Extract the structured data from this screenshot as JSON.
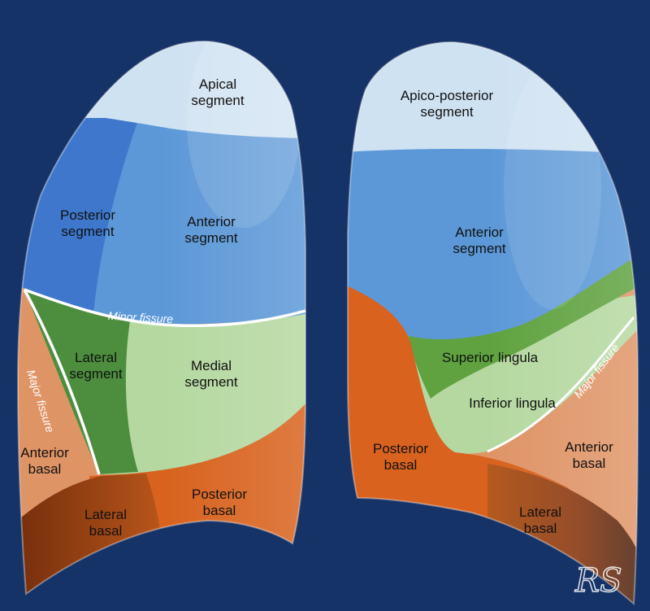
{
  "right_lung": {
    "apical": [
      "Apical",
      "segment"
    ],
    "posterior": [
      "Posterior",
      "segment"
    ],
    "anterior": [
      "Anterior",
      "segment"
    ],
    "lateral": [
      "Lateral",
      "segment"
    ],
    "medial": [
      "Medial",
      "segment"
    ],
    "anterior_basal": [
      "Anterior",
      "basal"
    ],
    "lateral_basal": [
      "Lateral",
      "basal"
    ],
    "posterior_basal": [
      "Posterior",
      "basal"
    ],
    "minor_fissure": "Minor fissure",
    "major_fissure": "Major fissure"
  },
  "left_lung": {
    "apico_posterior": [
      "Apico-posterior",
      "segment"
    ],
    "anterior": [
      "Anterior",
      "segment"
    ],
    "superior_lingula": "Superior lingula",
    "inferior_lingula": "Inferior lingula",
    "posterior_basal": [
      "Posterior",
      "basal"
    ],
    "anterior_basal": [
      "Anterior",
      "basal"
    ],
    "lateral_basal": [
      "Lateral",
      "basal"
    ],
    "major_fissure": "Major fissure"
  },
  "colors": {
    "background": "#163368",
    "apical": "#cfe2f2",
    "posterior_blue": "#3e77cc",
    "anterior_blue": "#5c98d7",
    "lateral_green": "#4c8e3e",
    "medial_green": "#b5d8a0",
    "lingula_green": "#5fa23f",
    "anterior_basal": "#df9466",
    "posterior_basal": "#d8621e",
    "lateral_basal": "#8a3a12"
  },
  "watermark": "RS"
}
